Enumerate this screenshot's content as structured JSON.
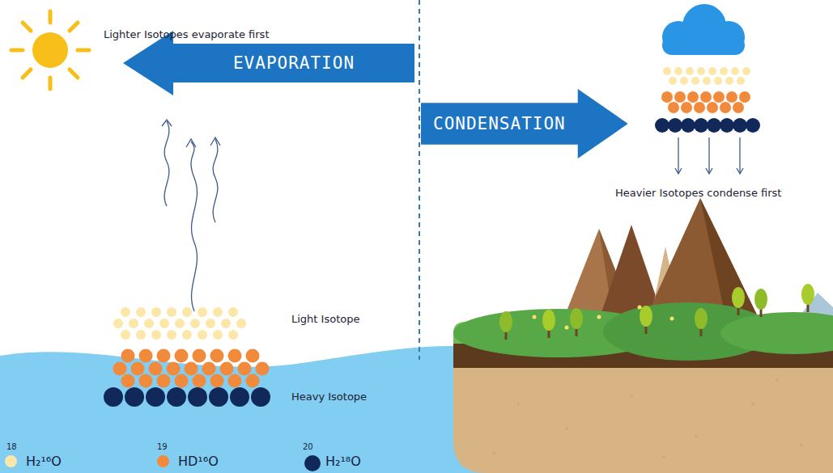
{
  "diagram": {
    "nodes": [
      {
        "text": [
          "EVAPORATION"
        ]
      },
      {
        "text": [
          "CONDENSATION"
        ]
      }
    ],
    "labels": [
      "Lighter Isotopes evaporate first",
      "Light Isotope",
      "Heavy Isotope",
      "Heavier Isotopes condense first",
      "18",
      "19",
      "20"
    ],
    "legend": [
      {
        "text": "H₂¹⁶O",
        "color": "#fce6a8"
      },
      {
        "text": "HD¹⁶O",
        "color": "#f08a3c"
      },
      {
        "text": "H₂¹⁸O",
        "color": "#10295a"
      }
    ]
  }
}
